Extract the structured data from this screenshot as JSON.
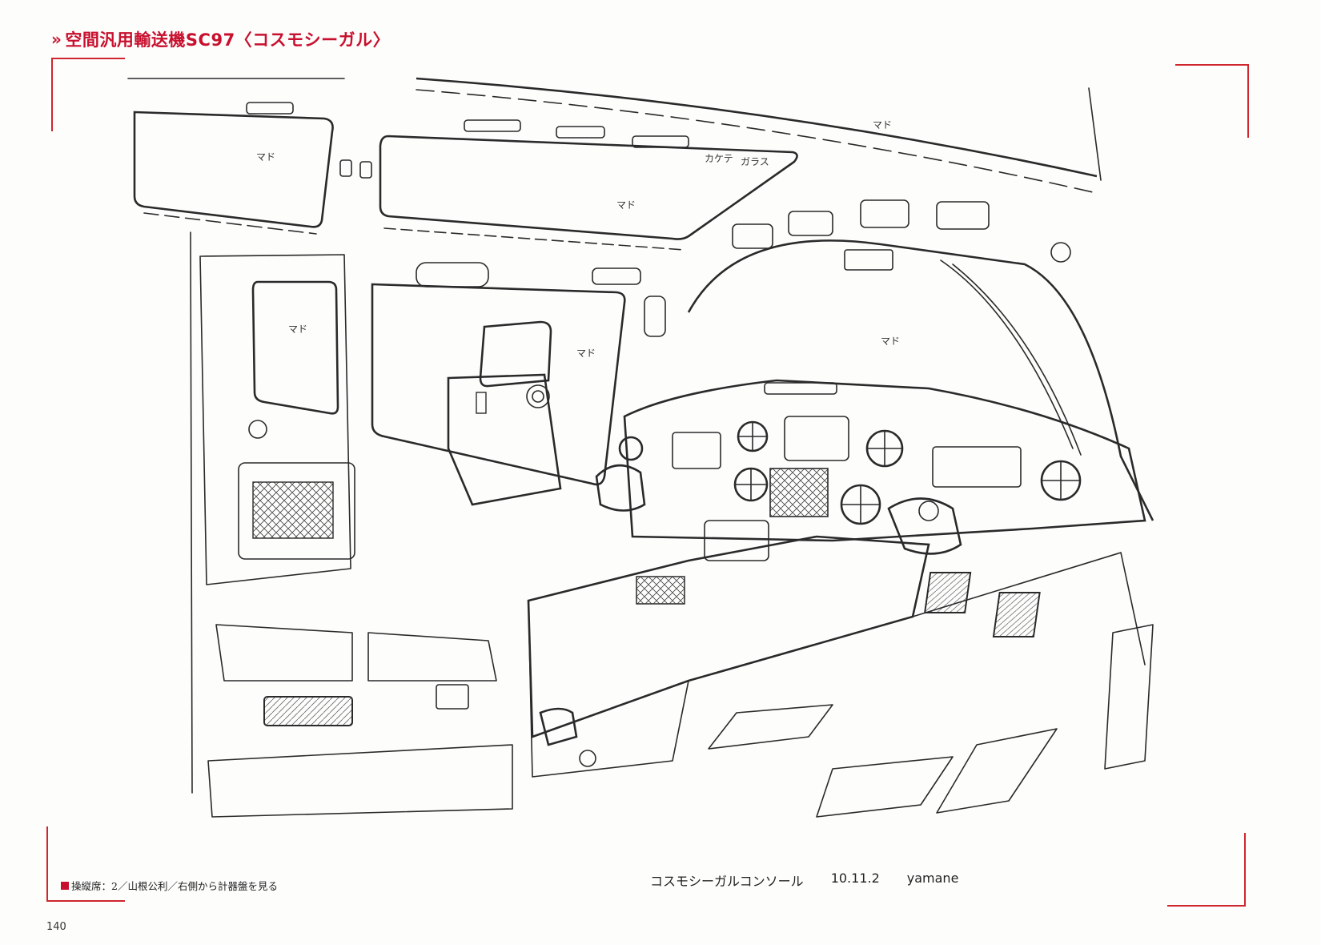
{
  "header": {
    "chevron": "»",
    "title": "空間汎用輸送機SC97〈コスモシーガル〉"
  },
  "caption": {
    "label": "コスモシーガルコンソール",
    "date": "10.11.2",
    "artist": "yamane"
  },
  "credit": {
    "text": "操縦席：2／山根公利／右側から計器盤を見る"
  },
  "page": {
    "number": "140"
  },
  "notes": {
    "window": "マド",
    "light_panel": "カケテ",
    "glass": "ガラス"
  },
  "colors": {
    "accent": "#c8102e",
    "ink": "#2a2a2a",
    "paper": "#fdfdfc"
  }
}
